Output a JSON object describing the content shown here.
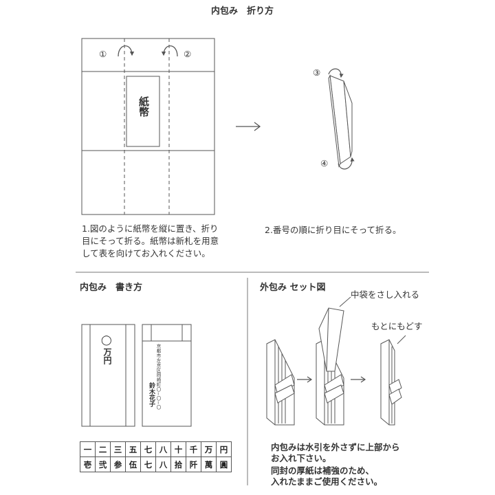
{
  "header": {
    "title": "内包み　折り方"
  },
  "fold_diagram": {
    "marker_1": "①",
    "marker_2": "②",
    "marker_3": "③",
    "marker_4": "④",
    "bill_label": "紙幣"
  },
  "steps": {
    "step1": [
      "1.図のように紙幣を縦に置き、折り",
      "目にそって折る。紙幣は新札を用意",
      "して表を向けてお入れください。"
    ],
    "step2": "2.番号の順に折り目にそって折る。"
  },
  "writing": {
    "title": "内包み　書き方",
    "amount_circle": "◯",
    "amount_unit": "万円",
    "address": "京都市左京区岡崎町〇−〇−〇",
    "name": "鈴木花子"
  },
  "numerals": {
    "row1": [
      "一",
      "二",
      "三",
      "五",
      "七",
      "八",
      "十",
      "千",
      "万",
      "円"
    ],
    "row2": [
      "壱",
      "弐",
      "参",
      "伍",
      "七",
      "八",
      "拾",
      "阡",
      "萬",
      "圓"
    ]
  },
  "set_diagram": {
    "title": "外包み セット図",
    "label_insert": "中袋をさし入れる",
    "label_restore": "もとにもどす",
    "notes": [
      "内包みは水引を外さずに上部から",
      "お入れ下さい。",
      "同封の厚紙は補強のため、",
      "入れたままご使用ください。"
    ]
  },
  "colors": {
    "line": "#555555",
    "text": "#333333"
  }
}
